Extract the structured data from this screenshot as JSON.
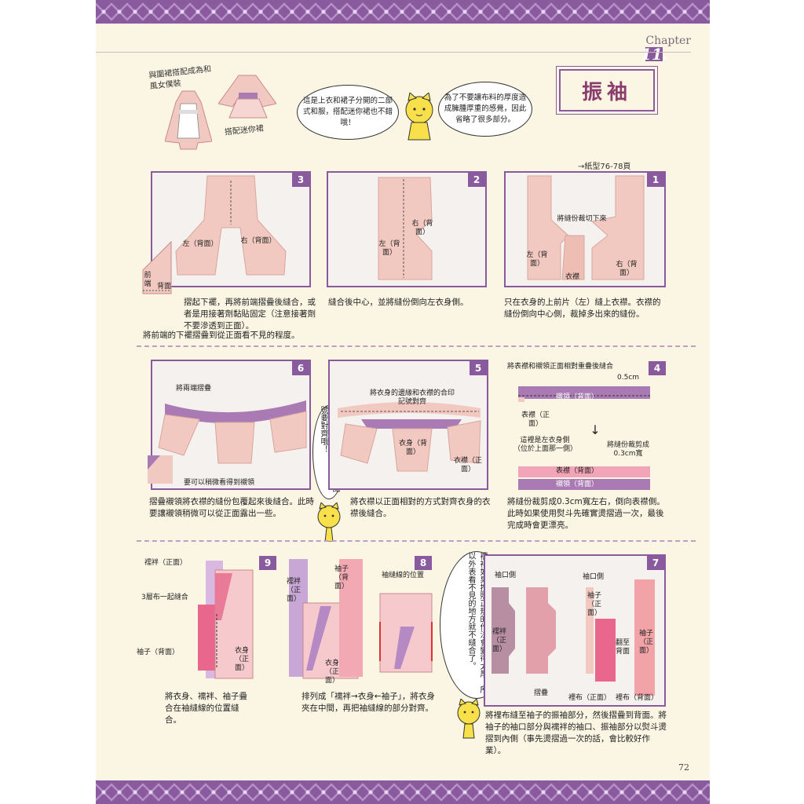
{
  "header": {
    "chapter_prefix": "Chapter",
    "chapter_num": "11."
  },
  "title": "振袖",
  "intro": {
    "label_apron": "與圍裙搭配成為和風女僕裝",
    "label_mini": "搭配迷你裙",
    "bubble_left": "這是上衣和裙子分開的二部式和服，搭配迷你裙也不錯哦！",
    "bubble_right": "為了不要讓布料的厚度造成臃腫厚重的感覺，因此省略了很多部分。"
  },
  "steps": {
    "s1": {
      "num": "1",
      "ref": "→紙型76-78頁",
      "l_cut": "將縫份裁切下來",
      "l_left": "左（背面）",
      "l_right": "右（背面）",
      "l_okumi": "衣襟",
      "caption": "只在衣身的上前片（左）縫上衣襟。衣襟的縫份倒向中心側，裁掉多出來的縫份。"
    },
    "s2": {
      "num": "2",
      "l_right": "右（背面）",
      "l_left": "左（背面）",
      "caption": "縫合後中心，並將縫份倒向左衣身側。"
    },
    "s3": {
      "num": "3",
      "l_left": "左（背面）",
      "l_right": "右（背面）",
      "l_front": "前端",
      "l_back": "背面",
      "caption": "摺起下襬，再將前端摺疊後縫合，或者是用接著劑黏貼固定（注意接著劑不要滲透到正面）。",
      "note": "將前端的下襬摺疊到從正面看不見的程度。"
    },
    "s4": {
      "num": "4",
      "l_top": "將表襟和襯領正面相對重疊後縫合",
      "l_05": "0.5cm",
      "l_collar": "襯領（背面）",
      "l_outer": "表襟（正面）",
      "l_here": "這裡是左衣身側（位於上面那一側）",
      "l_trim": "將縫份裁剪成0.3cm寬",
      "l_outer2": "表襟（背面）",
      "l_collar2": "襯領（背面）",
      "caption": "將縫份裁剪成0.3cm寬左右，倒向表襟側。此時如果使用熨斗先確實燙摺過一次，最後完成時會更漂亮。"
    },
    "s5": {
      "num": "5",
      "l_align": "將衣身的邊緣和衣襟的合印記號對齊",
      "l_body": "衣身（背面）",
      "l_okumi": "衣襟（正面）",
      "caption": "將衣襟以正面相對的方式對齊衣身的衣襟後縫合。"
    },
    "s6": {
      "num": "6",
      "l_fold": "將兩端摺疊",
      "l_see": "要可以稍微看得到襯領",
      "caption": "摺疊襯領將衣襟的縫份包覆起來後縫合。此時要讓襯領稍微可以從正面露出一些。"
    },
    "s6_bubble": "兩端邊緣與中心的合印記號要對齊哦！",
    "s7": {
      "num": "7",
      "l_cuff": "袖口側",
      "l_cuff2": "袖口側",
      "l_juban": "襦袢（正面）",
      "l_fold": "摺疊",
      "l_sleeve": "袖子（正面）",
      "l_flip": "翻至背面",
      "l_sleeve2": "袖子（正面）",
      "l_lining": "裡布（正面）",
      "l_lining2": "裡布（背面）",
      "caption": "將裡布縫至袖子的振袖部分，然後摺疊到背面。將袖子的袖口部分與襦袢的袖口、振袖部分以熨斗燙摺到內側（事先燙摺過一次的話，會比較好作業）。"
    },
    "s7_bubble": "襦袢如果按照正規的作法會變得太厚，所以外表看不見的地方就不縫合了。",
    "s8": {
      "num": "8",
      "l_sleeve": "袖子（背面）",
      "l_juban": "襦袢（正面）",
      "l_seam": "袖縫線的位置",
      "l_body": "衣身（正面）",
      "caption": "排列成「襦袢→衣身←袖子」，將衣身夾在中間，再把袖縫線的部分對齊。"
    },
    "s9": {
      "num": "9",
      "l_juban": "襦袢（正面）",
      "l_three": "3層布一起縫合",
      "l_sleeve": "袖子（背面）",
      "l_body": "衣身（正面）",
      "caption": "將衣身、襦袢、袖子疊合在袖縫線的位置縫合。"
    }
  },
  "page_number": "72",
  "colors": {
    "accent": "#8a5a9e",
    "paper": "#fbf6e4",
    "fabric": "#f2c9c0",
    "collar": "#a97ab4"
  }
}
